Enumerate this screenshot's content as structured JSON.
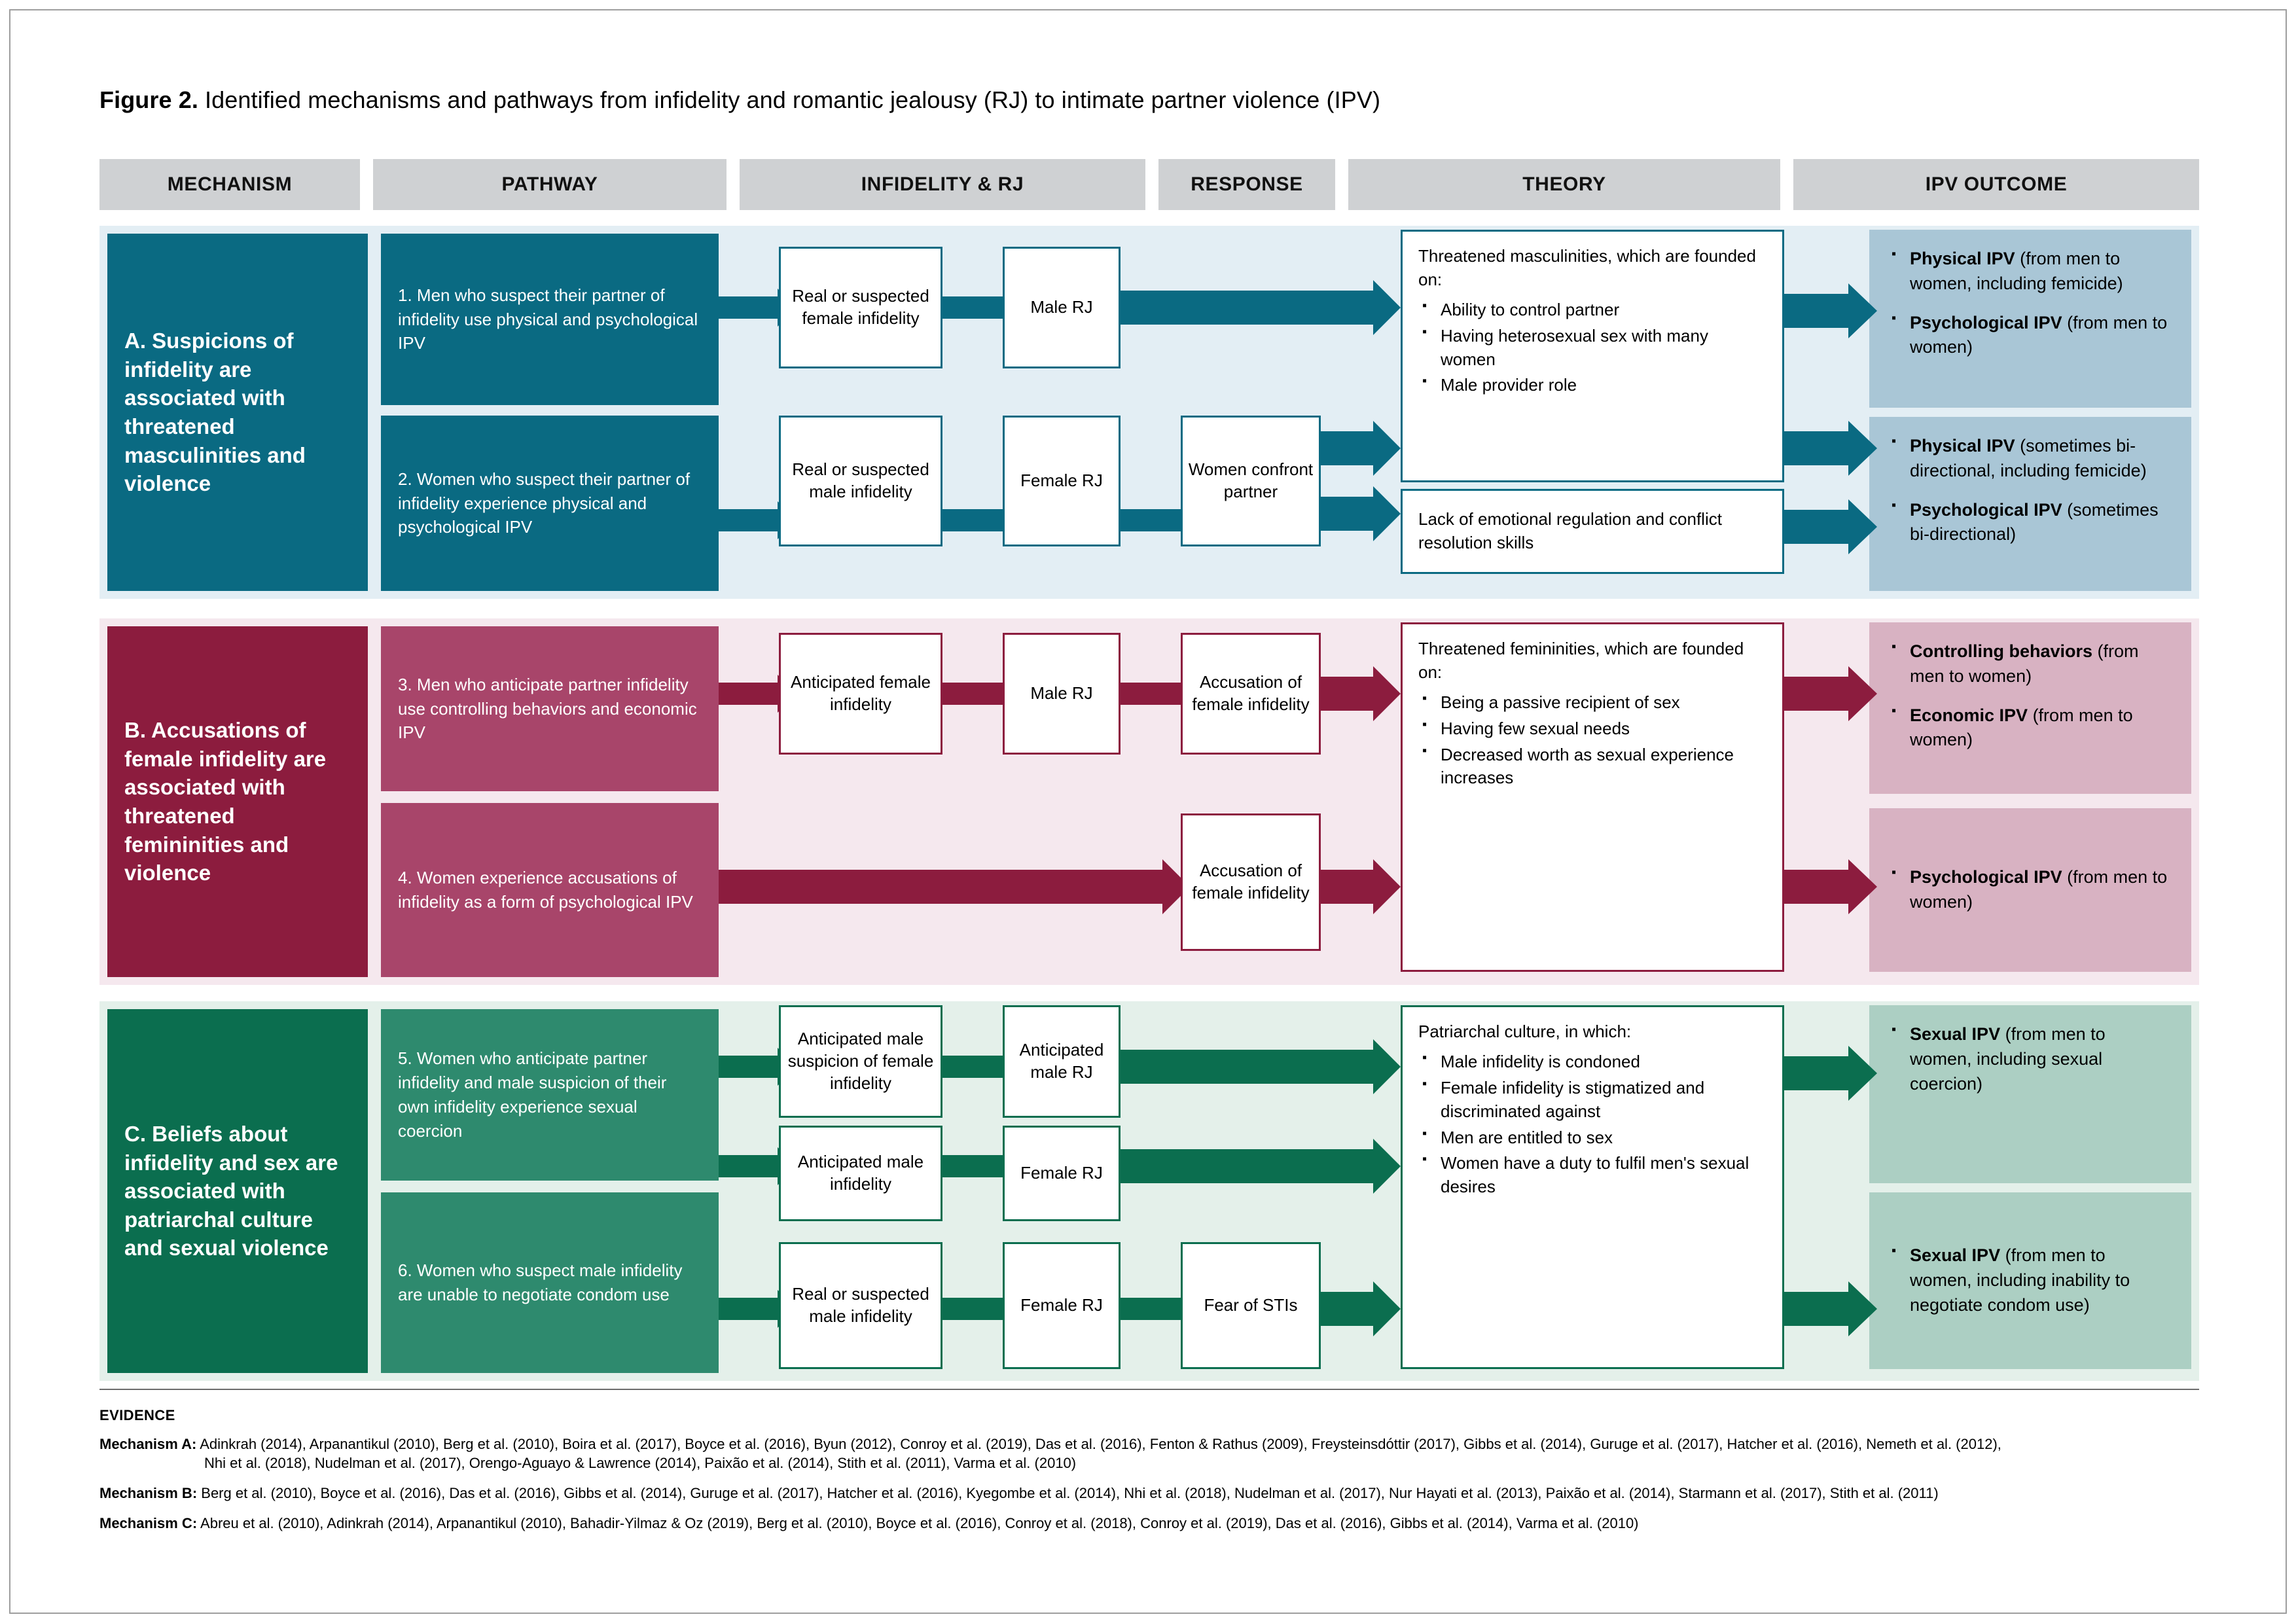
{
  "figure": {
    "label": "Figure 2.",
    "caption": " Identified mechanisms and pathways from infidelity and romantic jealousy (RJ) to intimate partner violence (IPV)"
  },
  "colors": {
    "teal": "#0a6a82",
    "teal_tint": "#e3eef4",
    "teal_outcome": "#a9c6d6",
    "maroon": "#8c1c3e",
    "maroon_path": "#a8456a",
    "maroon_tint": "#f5e8ee",
    "maroon_outcome": "#d8b2c2",
    "green": "#0b6e4f",
    "green_path": "#2e8a6e",
    "green_tint": "#e4f0ea",
    "green_outcome": "#accfc3",
    "header_gray": "#cfd1d3"
  },
  "headers": [
    {
      "id": "mechanism",
      "label": "MECHANISM"
    },
    {
      "id": "pathway",
      "label": "PATHWAY"
    },
    {
      "id": "infidelity-rj",
      "label": "INFIDELITY & RJ"
    },
    {
      "id": "response",
      "label": "RESPONSE"
    },
    {
      "id": "theory",
      "label": "THEORY"
    },
    {
      "id": "ipv-outcome",
      "label": "IPV OUTCOME"
    }
  ],
  "mechanisms": {
    "a": {
      "title": "A.  Suspicions of infidelity are associated with threatened masculinities and violence",
      "pathway1": "1. Men who suspect their partner of infidelity use physical and psychological IPV",
      "pathway2": "2. Women who suspect their partner of infidelity experience physical and psychological IPV",
      "node_infidelity1": "Real or suspected female infidelity",
      "node_rj1": "Male RJ",
      "node_infidelity2": "Real or suspected male infidelity",
      "node_rj2": "Female RJ",
      "node_response2": "Women confront partner",
      "theory1_lead": "Threatened masculinities, which are founded on:",
      "theory1_items": [
        "Ability to control partner",
        "Having heterosexual sex with many women",
        "Male provider role"
      ],
      "theory2": "Lack of emotional regulation and conflict resolution skills",
      "outcome1": [
        {
          "bold": "Physical IPV",
          "rest": " (from men to women, including femicide)"
        },
        {
          "bold": "Psychological IPV",
          "rest": " (from men to women)"
        }
      ],
      "outcome2": [
        {
          "bold": "Physical IPV",
          "rest": " (sometimes bi-directional, including femicide)"
        },
        {
          "bold": "Psychological IPV",
          "rest": " (sometimes bi-directional)"
        }
      ]
    },
    "b": {
      "title": "B.  Accusations of female infidelity are associated with threatened femininities and violence",
      "pathway3": "3. Men who anticipate partner infidelity use controlling behaviors and economic IPV",
      "pathway4": "4. Women experience accusations of infidelity as a form of psychological IPV",
      "node_infidelity3": "Anticipated female infidelity",
      "node_rj3": "Male RJ",
      "node_response3": "Accusation of female infidelity",
      "node_response4": "Accusation of female infidelity",
      "theory_lead": "Threatened femininities, which are founded on:",
      "theory_items": [
        "Being a passive recipient of sex",
        "Having few sexual needs",
        "Decreased worth as sexual experience increases"
      ],
      "outcome3": [
        {
          "bold": "Controlling behaviors",
          "rest": " (from men to women)"
        },
        {
          "bold": "Economic IPV",
          "rest": " (from men to women)"
        }
      ],
      "outcome4": [
        {
          "bold": "Psychological IPV",
          "rest": " (from men to women)"
        }
      ]
    },
    "c": {
      "title": "C.  Beliefs about infidelity and sex are associated with patriarchal culture and sexual violence",
      "pathway5": "5. Women who anticipate partner infidelity and male suspicion of their own infidelity experience sexual coercion",
      "pathway6": "6. Women who suspect male infidelity are unable to negotiate condom use",
      "node_infidelity5a": "Anticipated male suspicion of female infidelity",
      "node_rj5a": "Anticipated male RJ",
      "node_infidelity5b": "Anticipated male infidelity",
      "node_rj5b": "Female RJ",
      "node_infidelity6": "Real or suspected male infidelity",
      "node_rj6": "Female RJ",
      "node_response6": "Fear of STIs",
      "theory_lead": "Patriarchal culture, in which:",
      "theory_items": [
        "Male infidelity is condoned",
        "Female infidelity is stigmatized and discriminated against",
        "Men are entitled to sex",
        "Women have a duty to fulfil men's sexual desires"
      ],
      "outcome5": [
        {
          "bold": "Sexual IPV",
          "rest": " (from men to women, including sexual coercion)"
        }
      ],
      "outcome6": [
        {
          "bold": "Sexual IPV",
          "rest": " (from men to women, including inability to negotiate condom use)"
        }
      ]
    }
  },
  "evidence": {
    "heading": "EVIDENCE",
    "mechanism_a_label": "Mechanism A:",
    "mechanism_a_line1": " Adinkrah (2014), Arpanantikul (2010), Berg et al. (2010), Boira et al. (2017),  Boyce et al. (2016), Byun (2012), Conroy et al. (2019), Das et al. (2016),  Fenton & Rathus (2009), Freysteinsdóttir (2017), Gibbs et al. (2014), Guruge et al. (2017), Hatcher et al. (2016), Nemeth et al. (2012),",
    "mechanism_a_line2": "Nhi et al. (2018), Nudelman et al. (2017), Orengo-Aguayo & Lawrence (2014), Paixão et al. (2014), Stith et al. (2011), Varma et al. (2010)",
    "mechanism_b_label": "Mechanism B:",
    "mechanism_b_line": " Berg et al. (2010), Boyce et al. (2016), Das et al. (2016), Gibbs et al. (2014), Guruge et al. (2017), Hatcher et al. (2016), Kyegombe et al. (2014), Nhi et al. (2018), Nudelman et al. (2017), Nur Hayati et al. (2013), Paixão et al. (2014), Starmann et al. (2017), Stith et al. (2011)",
    "mechanism_c_label": "Mechanism C:",
    "mechanism_c_line": " Abreu et al. (2010), Adinkrah (2014), Arpanantikul (2010), Bahadir-Yilmaz & Oz (2019), Berg et al. (2010), Boyce et al. (2016), Conroy et al. (2018), Conroy et al. (2019), Das et al. (2016), Gibbs et al. (2014), Varma et al. (2010)"
  }
}
